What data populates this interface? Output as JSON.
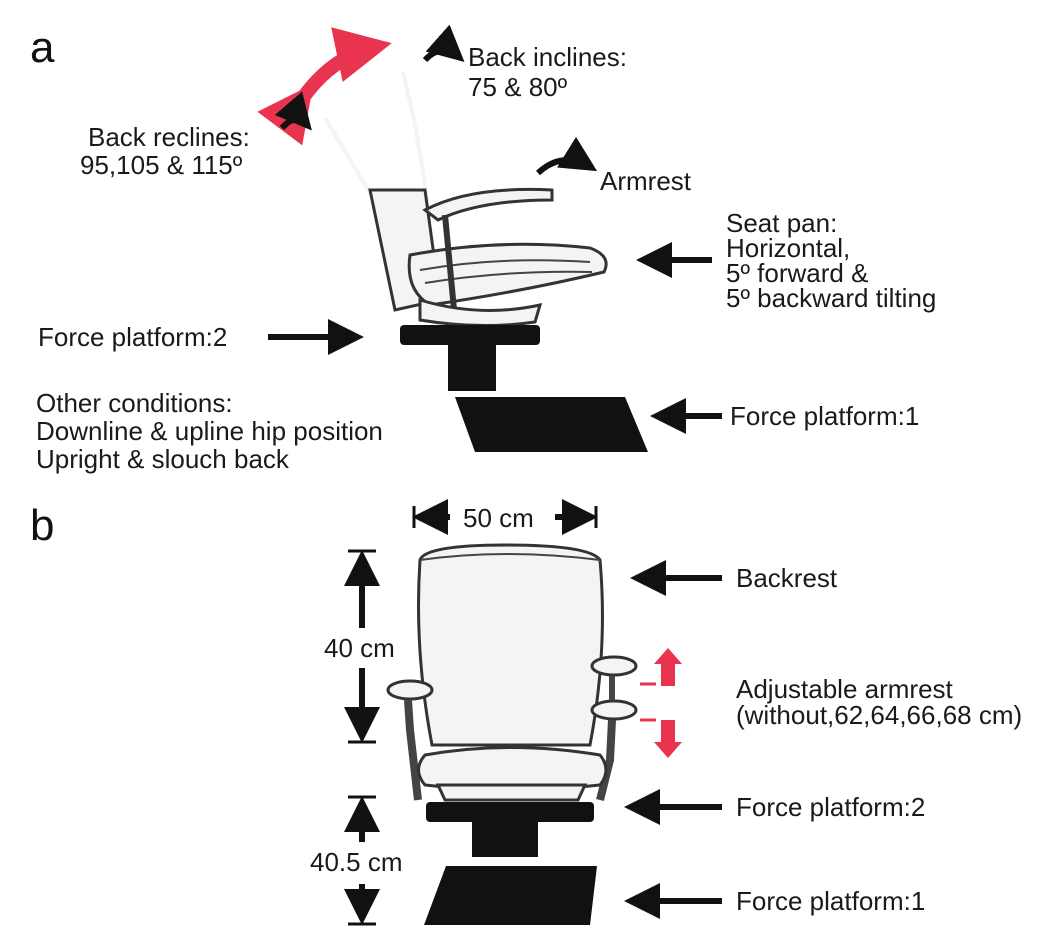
{
  "panel_a": {
    "letter": "a",
    "back_inclines": {
      "line1": "Back inclines:",
      "line2": "75 & 80º"
    },
    "back_reclines": {
      "line1": "Back reclines:",
      "line2": "95,105 & 115º"
    },
    "armrest": "Armrest",
    "seat_pan": {
      "line1": "Seat pan:",
      "line2": "Horizontal,",
      "line3": "5º forward &",
      "line4": "5º backward tilting"
    },
    "force_platform_2": "Force platform:2",
    "force_platform_1": "Force platform:1",
    "other_conditions": {
      "line1": "Other conditions:",
      "line2": "Downline & upline hip position",
      "line3": "Upright & slouch back"
    }
  },
  "panel_b": {
    "letter": "b",
    "width_dim": "50 cm",
    "backrest_height_dim": "40 cm",
    "seat_height_dim": "40.5 cm",
    "backrest": "Backrest",
    "adjustable_armrest": {
      "line1": "Adjustable armrest",
      "line2": "(without,62,64,66,68 cm)"
    },
    "force_platform_2": "Force platform:2",
    "force_platform_1": "Force platform:1"
  },
  "colors": {
    "accent": "#e8344f",
    "ink": "#111111",
    "chair_fill": "#f4f4f4"
  }
}
